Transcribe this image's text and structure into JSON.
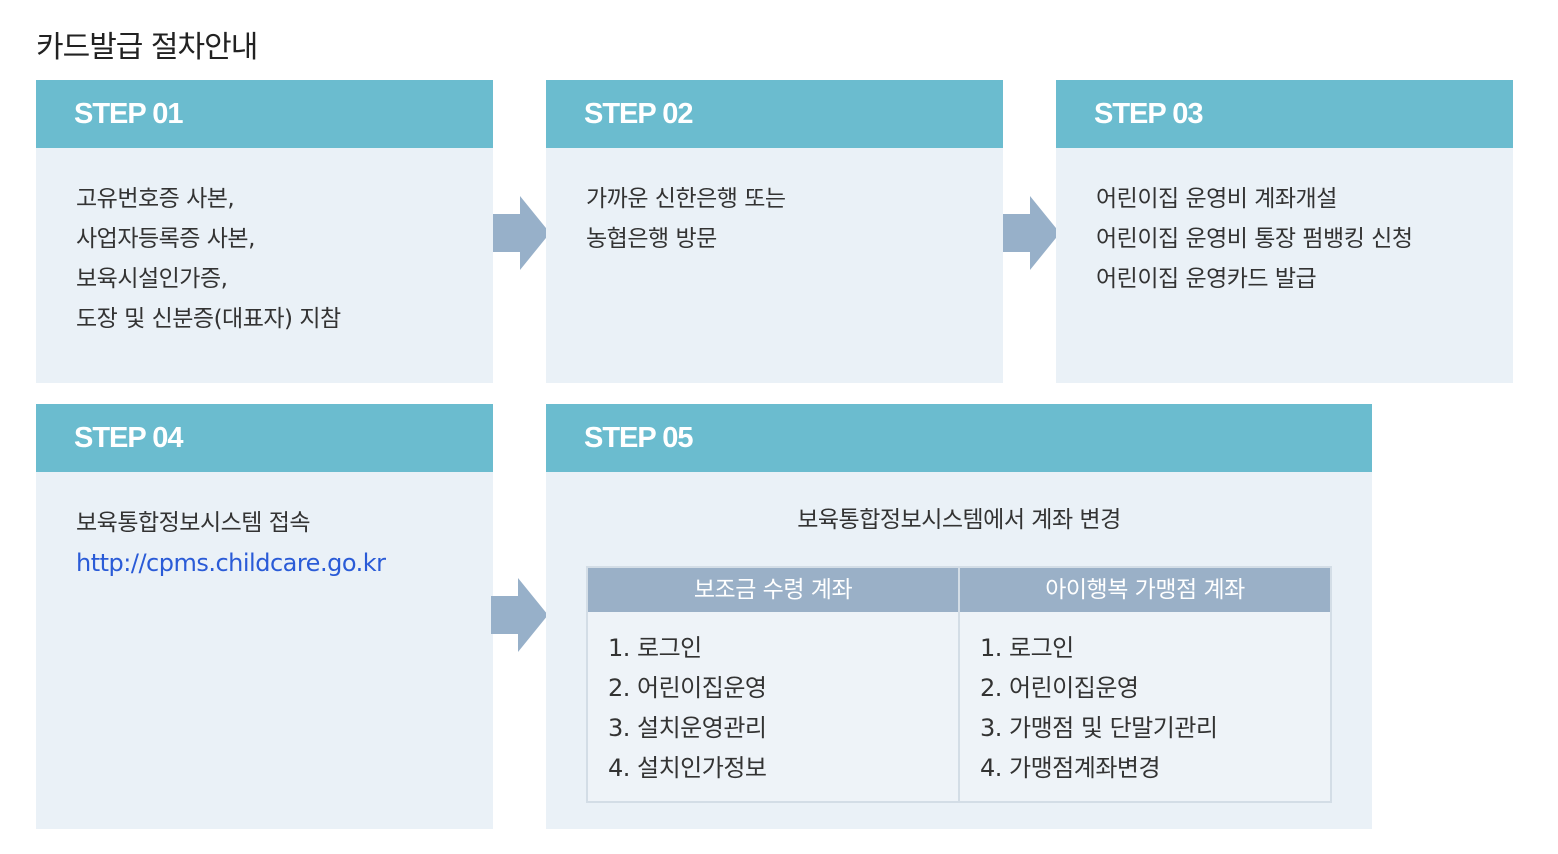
{
  "page": {
    "title": "카드발급 절차안내"
  },
  "colors": {
    "header_bg": "#6bbccf",
    "card_bg": "#eaf1f7",
    "arrow": "#97b0c9",
    "table_header_bg": "#9ab0c7",
    "link": "#2a5bd7"
  },
  "steps": {
    "step1": {
      "label": "STEP 01",
      "lines": [
        "고유번호증 사본,",
        "사업자등록증 사본,",
        "보육시설인가증,",
        "도장 및 신분증(대표자) 지참"
      ]
    },
    "step2": {
      "label": "STEP 02",
      "lines": [
        "가까운 신한은행 또는",
        "농협은행 방문"
      ]
    },
    "step3": {
      "label": "STEP 03",
      "lines": [
        "어린이집 운영비 계좌개설",
        "어린이집 운영비 통장 펌뱅킹 신청",
        "어린이집 운영카드 발급"
      ]
    },
    "step4": {
      "label": "STEP 04",
      "text": "보육통합정보시스템 접속",
      "link": "http://cpms.childcare.go.kr"
    },
    "step5": {
      "label": "STEP 05",
      "subtitle": "보육통합정보시스템에서 계좌 변경",
      "columns": [
        {
          "header": "보조금 수령 계좌",
          "items": [
            "1. 로그인",
            "2. 어린이집운영",
            "3. 설치운영관리",
            "4. 설치인가정보"
          ]
        },
        {
          "header": "아이행복 가맹점 계좌",
          "items": [
            "1. 로그인",
            "2. 어린이집운영",
            "3. 가맹점 및 단말기관리",
            "4. 가맹점계좌변경"
          ]
        }
      ]
    }
  },
  "icons": {
    "arrow": "arrow-right-icon"
  }
}
